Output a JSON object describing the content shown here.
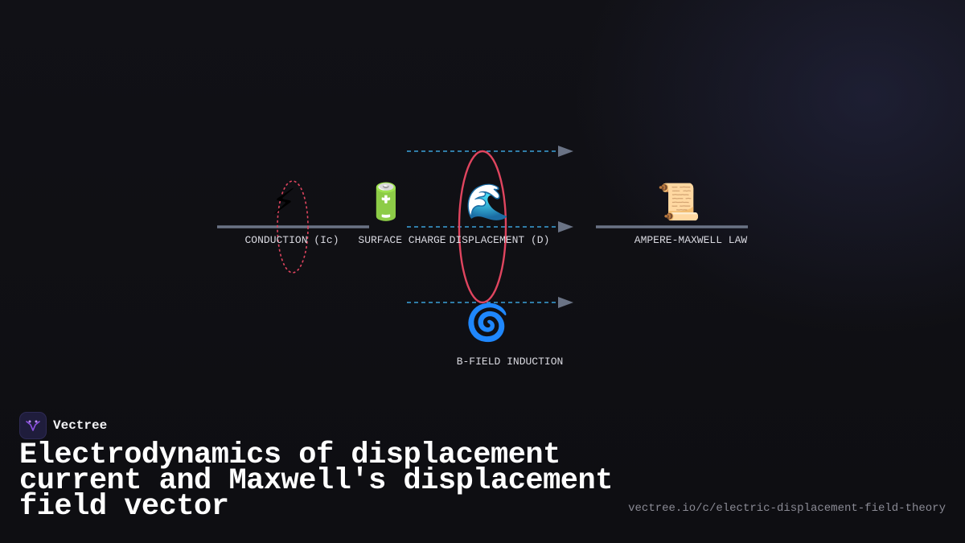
{
  "nodes": {
    "conduction": {
      "icon": "high-voltage-emoji",
      "glyph": "⚡",
      "label": "CONDUCTION (Ic)"
    },
    "surface_charge": {
      "icon": "battery-emoji",
      "glyph": "🔋",
      "label": "SURFACE CHARGE"
    },
    "displacement": {
      "icon": "water-wave-emoji",
      "glyph": "🌊",
      "label": "DISPLACEMENT (D)"
    },
    "ampere_maxwell": {
      "icon": "scroll-emoji",
      "glyph": "📜",
      "label": "AMPERE-MAXWELL LAW"
    },
    "b_field": {
      "icon": "cyclone-emoji",
      "glyph": "🌀",
      "label": "B-FIELD INDUCTION"
    }
  },
  "colors": {
    "wire": "#6a7385",
    "field_line": "#3aa0d8",
    "arrow_head": "#6a7385",
    "loop": "#e0455f",
    "brand_accent": "#8a4fe0"
  },
  "brand": {
    "name": "Vectree",
    "logo_icon": "vectree-logo-icon"
  },
  "title": "Electrodynamics of displacement current and Maxwell's displacement field vector",
  "url": "vectree.io/c/electric-displacement-field-theory"
}
